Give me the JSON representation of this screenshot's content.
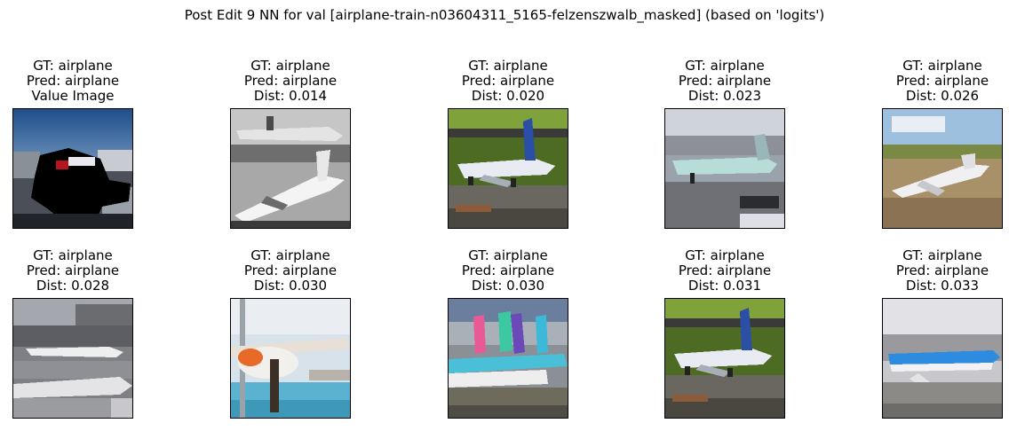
{
  "figure": {
    "title": "Post Edit 9 NN for val [airplane-train-n03604311_5165-felzenszwalb_masked] (based on 'logits')"
  },
  "panels": [
    {
      "gt": "GT: airplane",
      "pred": "Pred: airplane",
      "extra": "Value Image",
      "scene": "masked"
    },
    {
      "gt": "GT: airplane",
      "pred": "Pred: airplane",
      "extra": "Dist: 0.014",
      "scene": "grayscale-two-planes"
    },
    {
      "gt": "GT: airplane",
      "pred": "Pred: airplane",
      "extra": "Dist: 0.020",
      "scene": "grass-plane-blue-tail"
    },
    {
      "gt": "GT: airplane",
      "pred": "Pred: airplane",
      "extra": "Dist: 0.023",
      "scene": "airport-pale-plane"
    },
    {
      "gt": "GT: airplane",
      "pred": "Pred: airplane",
      "extra": "Dist: 0.026",
      "scene": "sky-dirt-white-plane"
    },
    {
      "gt": "GT: airplane",
      "pred": "Pred: airplane",
      "extra": "Dist: 0.028",
      "scene": "gray-terminal-planes"
    },
    {
      "gt": "GT: airplane",
      "pred": "Pred: airplane",
      "extra": "Dist: 0.030",
      "scene": "orange-prop-plane"
    },
    {
      "gt": "GT: airplane",
      "pred": "Pred: airplane",
      "extra": "Dist: 0.030",
      "scene": "colorful-tails"
    },
    {
      "gt": "GT: airplane",
      "pred": "Pred: airplane",
      "extra": "Dist: 0.031",
      "scene": "grass-plane-blue-tail"
    },
    {
      "gt": "GT: airplane",
      "pred": "Pred: airplane",
      "extra": "Dist: 0.033",
      "scene": "blue-stripe-plane"
    }
  ]
}
